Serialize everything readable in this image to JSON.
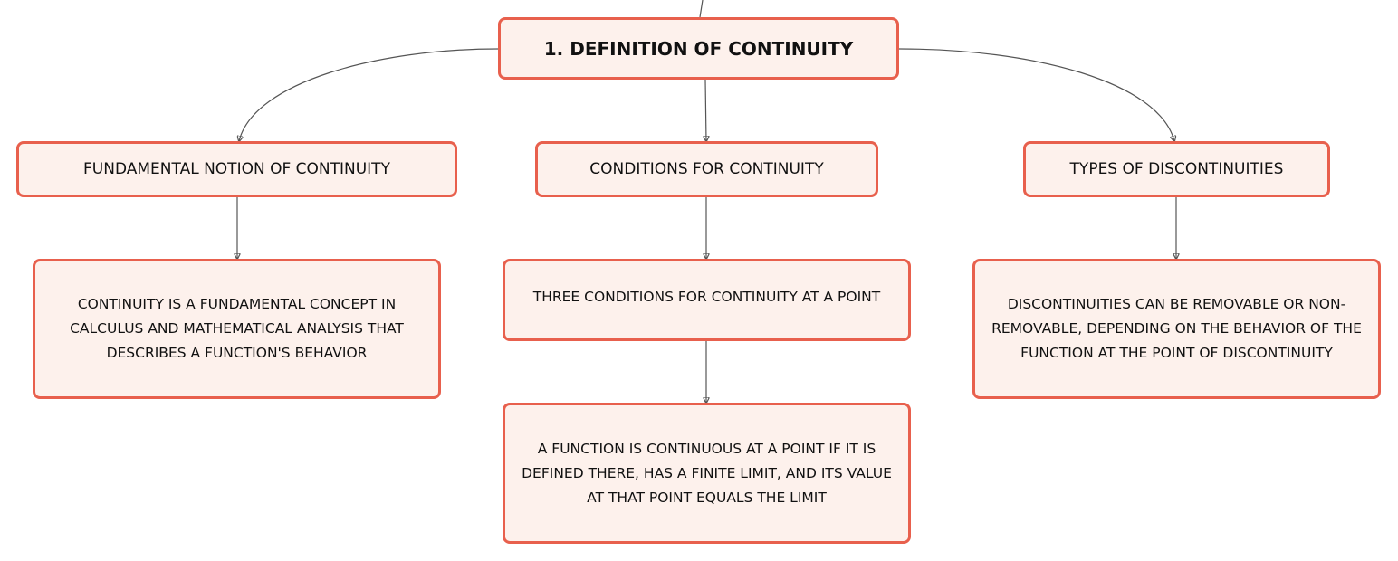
{
  "colors": {
    "node_fill": "#fdf1ec",
    "node_border": "#e8604d",
    "connector": "#555555",
    "text": "#111111"
  },
  "root": {
    "label": "1. DEFINITION OF CONTINUITY"
  },
  "branches": {
    "fundamental": {
      "label": "FUNDAMENTAL NOTION OF CONTINUITY",
      "detail": "CONTINUITY IS A FUNDAMENTAL CONCEPT IN CALCULUS AND MATHEMATICAL ANALYSIS THAT DESCRIBES A FUNCTION'S BEHAVIOR"
    },
    "conditions": {
      "label": "CONDITIONS FOR CONTINUITY",
      "detail": "THREE CONDITIONS FOR CONTINUITY AT A POINT",
      "subdetail": "A FUNCTION IS CONTINUOUS AT A POINT IF IT IS DEFINED THERE, HAS A FINITE LIMIT, AND ITS VALUE AT THAT POINT EQUALS THE LIMIT"
    },
    "types": {
      "label": "TYPES OF DISCONTINUITIES",
      "detail": "DISCONTINUITIES CAN BE REMOVABLE OR NON-REMOVABLE, DEPENDING ON THE BEHAVIOR OF THE FUNCTION AT THE POINT OF DISCONTINUITY"
    }
  }
}
